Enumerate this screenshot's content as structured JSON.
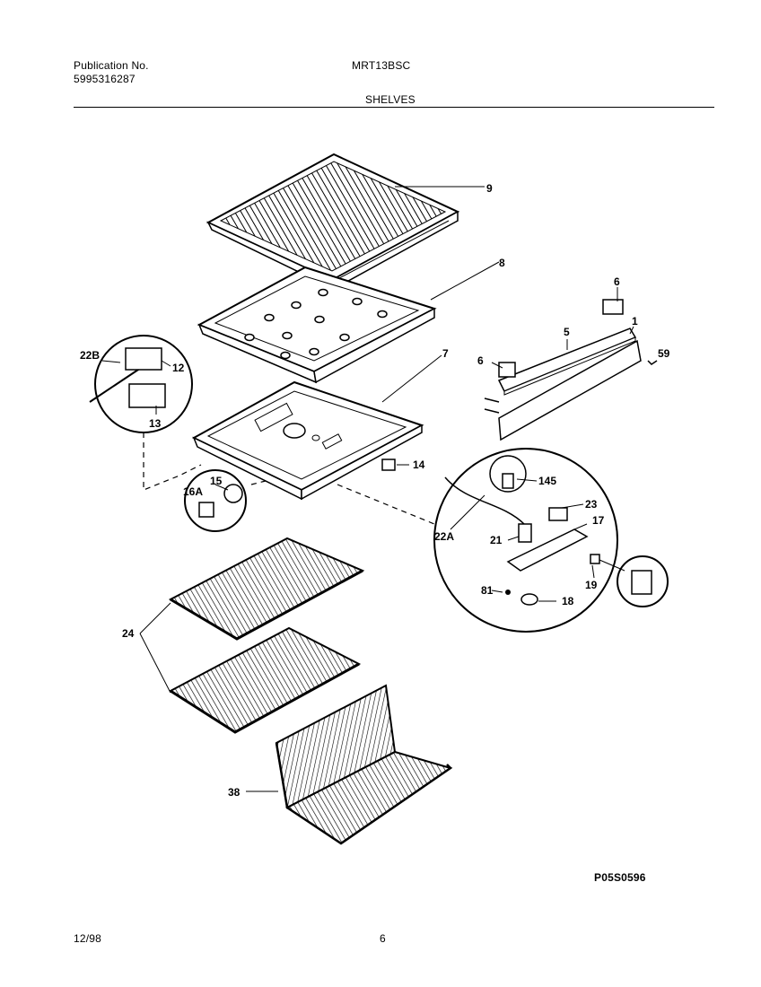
{
  "header": {
    "publication_label": "Publication No.",
    "publication_number": "5995316287",
    "model": "MRT13BSC",
    "section_title": "SHELVES"
  },
  "footer": {
    "date": "12/98",
    "page": "6",
    "figure_code": "P05S0596"
  },
  "callouts": {
    "c9": "9",
    "c8": "8",
    "c7": "7",
    "c6a": "6",
    "c6b": "6",
    "c5": "5",
    "c1": "1",
    "c59": "59",
    "c22b": "22B",
    "c12": "12",
    "c13": "13",
    "c14": "14",
    "c15": "15",
    "c16a": "16A",
    "c145": "145",
    "c23": "23",
    "c17": "17",
    "c22a": "22A",
    "c21": "21",
    "c81": "81",
    "c18": "18",
    "c19": "19",
    "c24": "24",
    "c38": "38"
  }
}
